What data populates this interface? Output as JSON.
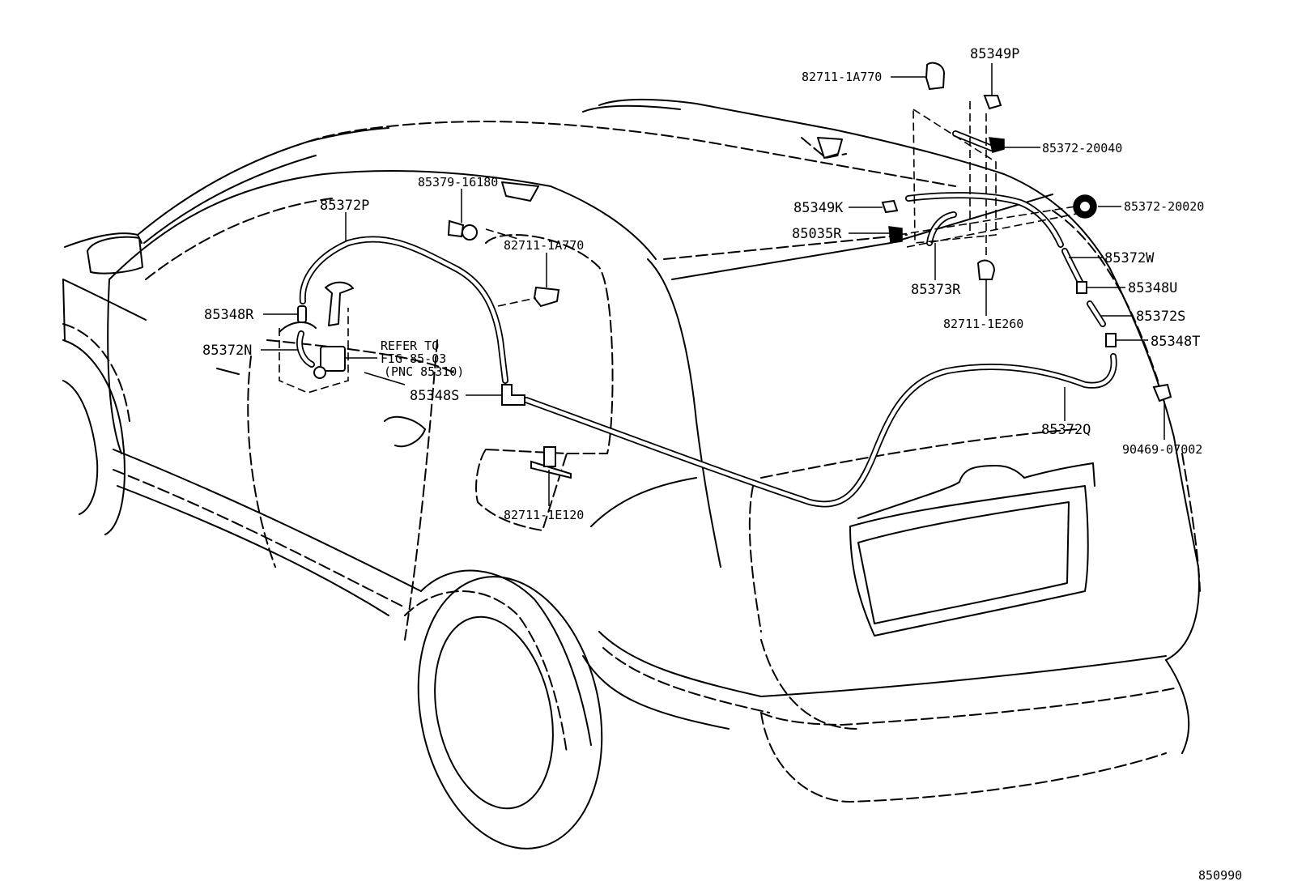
{
  "diagram_number": "850990",
  "reference_note": {
    "line1": "REFER TO",
    "line2": "FIG 85-03",
    "line3": "(PNC 85310)"
  },
  "labels": {
    "p82711_1A770_top": "82711-1A770",
    "p85349P": "85349P",
    "p85372_20040": "85372-20040",
    "p85379_16180": "85379-16180",
    "p85372P": "85372P",
    "p82711_1A770_mid": "82711-1A770",
    "p85349K": "85349K",
    "p85035R": "85035R",
    "p85372_20020": "85372-20020",
    "p85372W": "85372W",
    "p85373R": "85373R",
    "p85348U": "85348U",
    "p82711_1E260": "82711-1E260",
    "p85372S": "85372S",
    "p85348T": "85348T",
    "p85348R": "85348R",
    "p85372N": "85372N",
    "p85348S": "85348S",
    "p85372Q": "85372Q",
    "p90469_07002": "90469-07002",
    "p82711_1E120": "82711-1E120"
  }
}
